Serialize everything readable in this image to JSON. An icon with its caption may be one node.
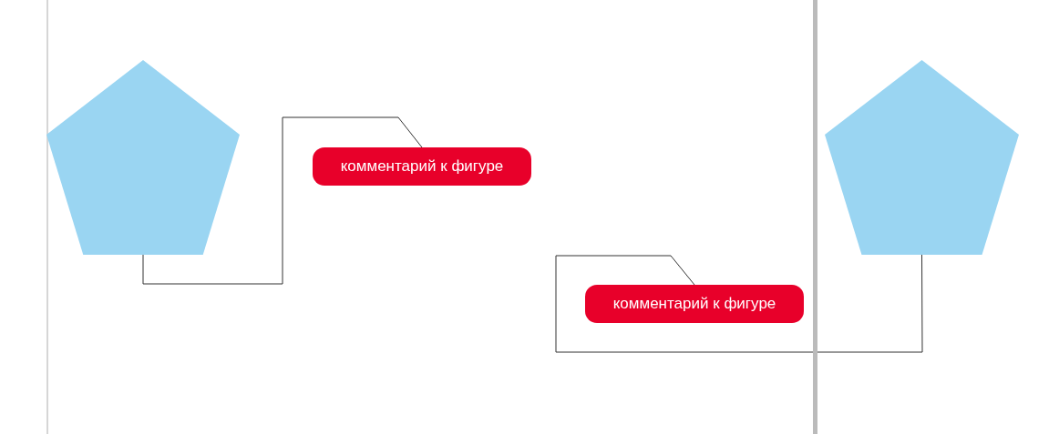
{
  "diagram": {
    "nodes": [
      {
        "text": [],
        "shape": "pentagon"
      },
      {
        "text": [
          "комментарий к фигуре"
        ]
      },
      {
        "text": [],
        "shape": "pentagon"
      },
      {
        "text": [
          "комментарий к фигуре"
        ]
      }
    ],
    "edges": [
      {
        "from": 1,
        "to": 0,
        "arrow": "none"
      },
      {
        "from": 3,
        "to": 2,
        "arrow": "none"
      }
    ]
  }
}
